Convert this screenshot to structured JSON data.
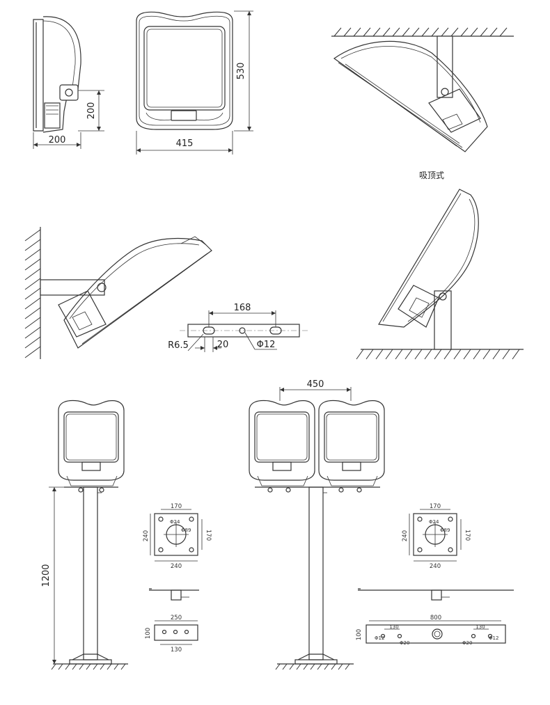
{
  "views": {
    "side_view": {
      "width_dim": "200",
      "height_dim": "200"
    },
    "front_view": {
      "height_dim": "530",
      "width_dim": "415"
    },
    "ceiling_mount": {
      "caption": "吸顶式"
    },
    "bracket": {
      "spacing_dim": "168",
      "slot_radius": "R6.5",
      "slot_width": "20",
      "hole_dia": "Φ12"
    }
  },
  "single_pole": {
    "pole_height": "1200",
    "plate": {
      "top_dim": "170",
      "side_dim_left": "240",
      "side_dim_right": "170",
      "bottom_dim": "240",
      "hole_a": "Φ24",
      "hole_b": "Φ89"
    },
    "bracket_plate": {
      "top_dim": "250",
      "side_dim": "100",
      "bottom_dim": "130"
    }
  },
  "double_pole": {
    "lamp_spacing": "450",
    "plate": {
      "top_dim": "170",
      "side_dim_left": "240",
      "side_dim_right": "170",
      "bottom_dim": "240",
      "hole_a": "Φ24",
      "hole_b": "Φ89"
    },
    "bracket_plate": {
      "top_dim": "800",
      "side_dim": "100",
      "left_dim": "130",
      "right_dim": "130",
      "hole_l": "Φ12",
      "hole_l2": "Φ20",
      "hole_r": "Φ20",
      "hole_r2": "Φ12"
    }
  }
}
